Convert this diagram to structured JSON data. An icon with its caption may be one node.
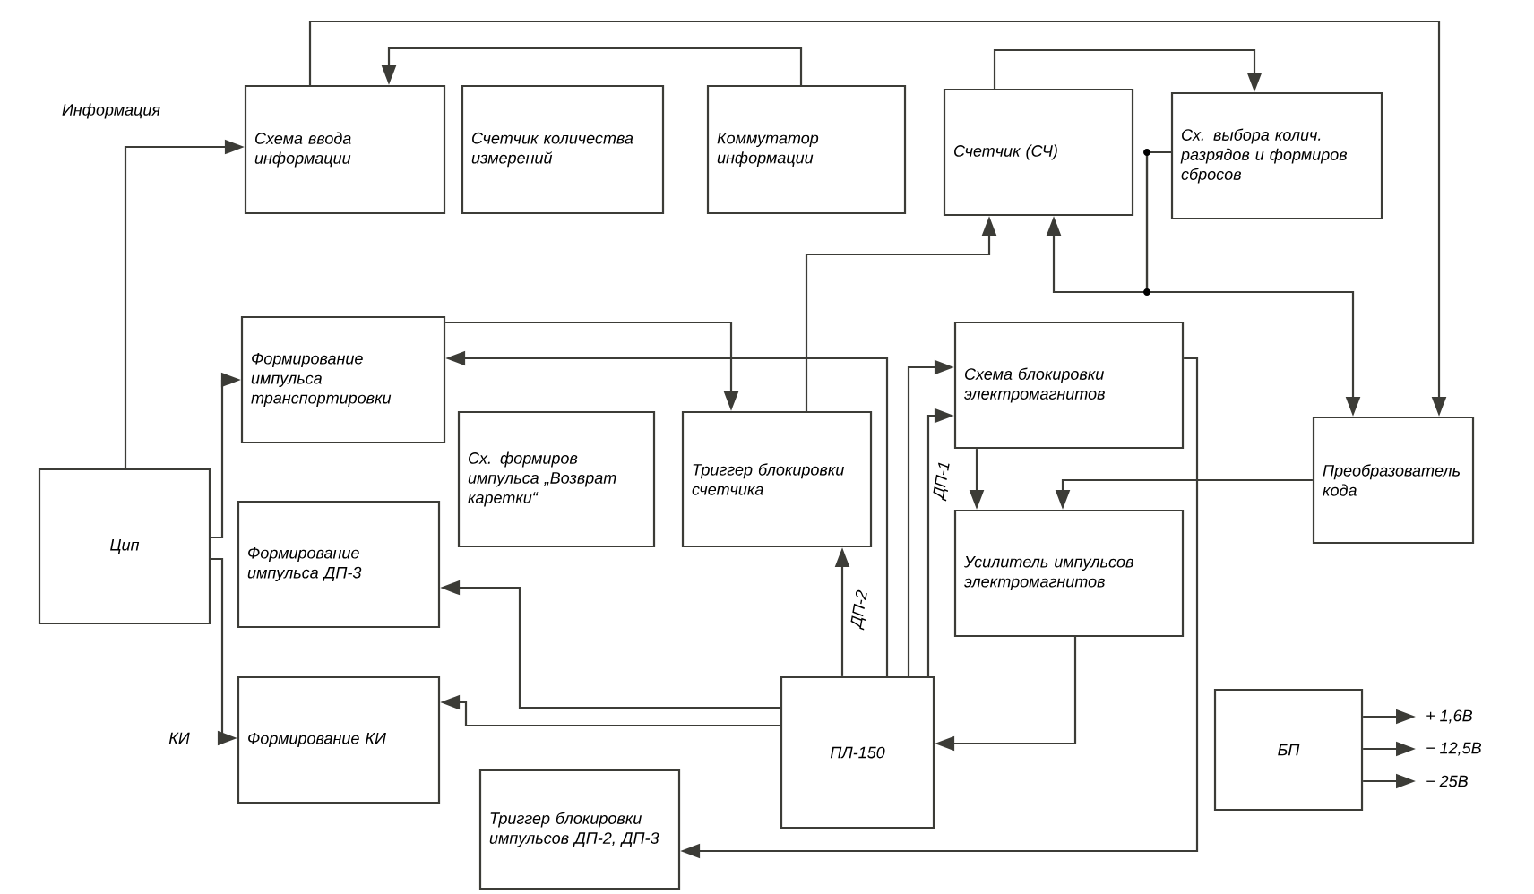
{
  "diagram": {
    "nodes": [
      {
        "text": [
          "Схема ввода информации"
        ]
      },
      {
        "text": [
          "Счетчик количества измерений"
        ]
      },
      {
        "text": [
          "Коммутатор информации"
        ]
      },
      {
        "text": [
          "Счетчик (СЧ)"
        ]
      },
      {
        "text": [
          "Сх. выбора колич. разрядов и формиров сбросов"
        ]
      },
      {
        "text": [
          "Формирование импульса транспортировки"
        ]
      },
      {
        "text": [
          "Сх. формиров импульса „Возврат каретки“"
        ]
      },
      {
        "text": [
          "Триггер блокировки счетчика"
        ]
      },
      {
        "text": [
          "Схема блокировки электромагнитов"
        ]
      },
      {
        "text": [
          "Преобразователь кода"
        ]
      },
      {
        "text": [
          "Цип"
        ]
      },
      {
        "text": [
          "Формирование импульса ДП-3"
        ]
      },
      {
        "text": [
          "Усилитель импульсов электромагнитов"
        ]
      },
      {
        "text": [
          "Формирование КИ"
        ]
      },
      {
        "text": [
          "ПЛ-150"
        ]
      },
      {
        "text": [
          "Триггер блокировки импульсов ДП-2, ДП-3"
        ]
      },
      {
        "text": [
          "БП"
        ]
      }
    ],
    "edges": [
      {
        "from": 10,
        "to": 0,
        "arrow": "to",
        "label": "Информация"
      },
      {
        "from": 0,
        "to": 9,
        "arrow": "to"
      },
      {
        "from": 2,
        "to": 0,
        "arrow": "to"
      },
      {
        "from": 3,
        "to": 4,
        "arrow": "to"
      },
      {
        "from": 4,
        "to": 3,
        "arrow": "to"
      },
      {
        "from": 4,
        "to": 9,
        "arrow": "to"
      },
      {
        "from": 7,
        "to": 3,
        "arrow": "to"
      },
      {
        "from": 5,
        "to": 7,
        "arrow": "to"
      },
      {
        "from": 14,
        "to": 5,
        "arrow": "to"
      },
      {
        "from": 14,
        "to": 8,
        "arrow": "to"
      },
      {
        "from": 14,
        "to": 8,
        "arrow": "to",
        "label": "ДП-1"
      },
      {
        "from": 14,
        "to": 7,
        "arrow": "to",
        "label": "ДП-2"
      },
      {
        "from": 8,
        "to": 12,
        "arrow": "to"
      },
      {
        "from": 9,
        "to": 12,
        "arrow": "to"
      },
      {
        "from": 12,
        "to": 14,
        "arrow": "to"
      },
      {
        "from": 14,
        "to": 11,
        "arrow": "to"
      },
      {
        "from": 14,
        "to": 13,
        "arrow": "to"
      },
      {
        "from": 8,
        "to": 15,
        "arrow": "to"
      },
      {
        "from": 10,
        "to": 5,
        "arrow": "to"
      },
      {
        "from": 10,
        "to": 13,
        "arrow": "to",
        "label": "КИ"
      },
      {
        "from": 16,
        "to": null,
        "arrow": "to",
        "label": "+ 1,6В"
      },
      {
        "from": 16,
        "to": null,
        "arrow": "to",
        "label": "− 12,5В"
      },
      {
        "from": 16,
        "to": null,
        "arrow": "to",
        "label": "− 25В"
      }
    ]
  }
}
